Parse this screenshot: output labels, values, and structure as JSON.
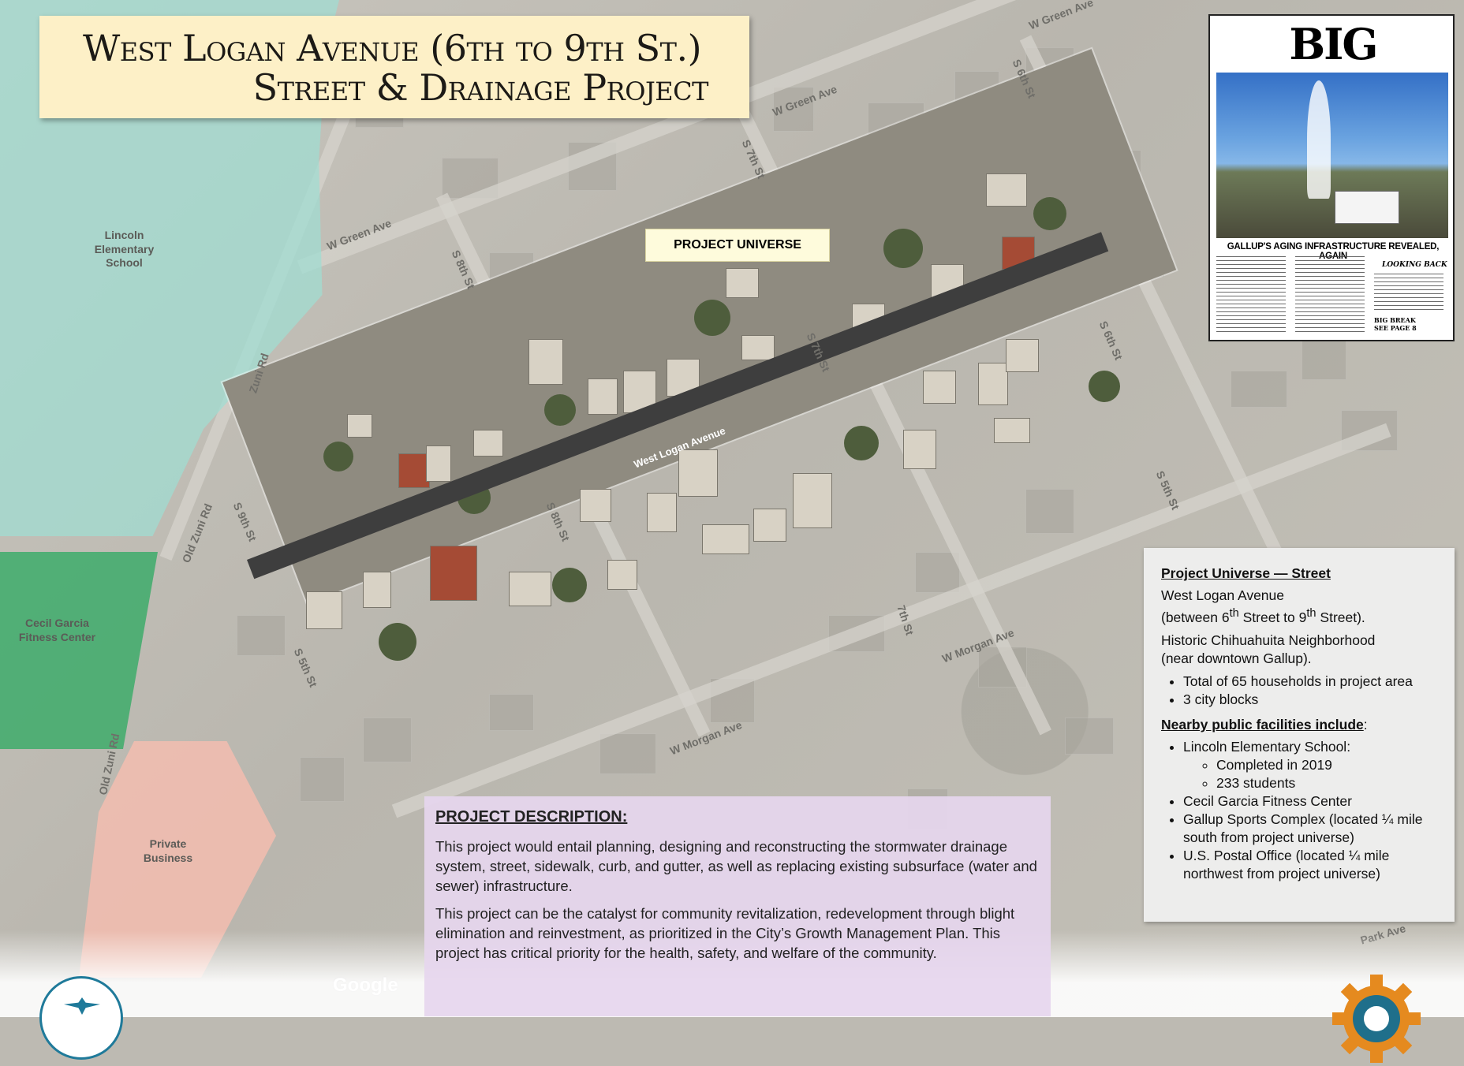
{
  "title": {
    "line1": "West Logan Avenue (6th to 9th St.)",
    "line2": "Street & Drainage Project"
  },
  "map": {
    "project_universe_label": "PROJECT UNIVERSE",
    "avenue_label": "West Logan Avenue",
    "zones": {
      "school": "Lincoln Elementary School",
      "fitness": "Cecil Garcia Fitness Center",
      "private": "Private Business"
    },
    "street_labels": {
      "w_green_ave_1": "W Green Ave",
      "w_green_ave_2": "W Green Ave",
      "w_green_ave_3": "W Green Ave",
      "w_morgan_ave_1": "W Morgan Ave",
      "w_morgan_ave_2": "W Morgan Ave",
      "zuni_rd": "Zuni Rd",
      "old_zuni_rd_1": "Old Zuni Rd",
      "old_zuni_rd_2": "Old Zuni Rd",
      "s_9th_st": "S 9th St",
      "s_8th_st_1": "S 8th St",
      "s_8th_st_2": "S 8th St",
      "s_7th_st_1": "S 7th St",
      "s_7th_st_2": "S 7th St",
      "s_6th_st_1": "S 6th St",
      "s_6th_st_2": "S 6th St",
      "s_5th_st_1": "S 5th St",
      "s_5th_st_2": "S 5th St",
      "seventh_st": "7th St",
      "park_ave": "Park Ave"
    },
    "attribution": "Google",
    "colors": {
      "school_zone": "#a0ded2",
      "fitness_zone": "#32aa64",
      "private_zone": "#f8beaf",
      "avenue": "#3e3e3e"
    }
  },
  "newspaper": {
    "masthead": "BIG BREAK",
    "headline": "GALLUP'S AGING INFRASTRUCTURE REVEALED, AGAIN",
    "section": "LOOKING BACK",
    "jump_title": "BIG BREAK",
    "jump_page": "SEE PAGE 8"
  },
  "facts": {
    "street_header": "Project Universe — Street",
    "location_line1": "West Logan Avenue",
    "location_line2_pre": "(between 6",
    "location_sup1": "th",
    "location_line2_mid": " Street to 9",
    "location_sup2": "th",
    "location_line2_post": " Street).",
    "neighborhood_line1": "Historic Chihuahuita Neighborhood",
    "neighborhood_line2": "(near downtown Gallup).",
    "bullets": [
      "Total of 65 households in project area",
      "3 city blocks"
    ],
    "facilities_header": "Nearby public facilities include",
    "facilities_colon": ":",
    "facilities": {
      "school": "Lincoln Elementary School:",
      "school_sub": [
        "Completed in 2019",
        "233 students"
      ],
      "fitness": "Cecil Garcia Fitness Center",
      "sports": "Gallup Sports Complex (located ¼ mile south from project universe)",
      "postal": "U.S. Postal Office (located ¼ mile northwest from project universe)"
    }
  },
  "description": {
    "header": "PROJECT DESCRIPTION:",
    "p1": "This project would entail planning, designing and reconstructing the stormwater drainage system, street, sidewalk, curb, and gutter, as well as replacing existing subsurface (water and sewer) infrastructure.",
    "p2": "This project can be the catalyst for community revitalization, redevelopment through blight elimination and reinvestment, as prioritized in the City’s Growth Management Plan. This project has critical priority for the health, safety, and welfare of the community."
  }
}
